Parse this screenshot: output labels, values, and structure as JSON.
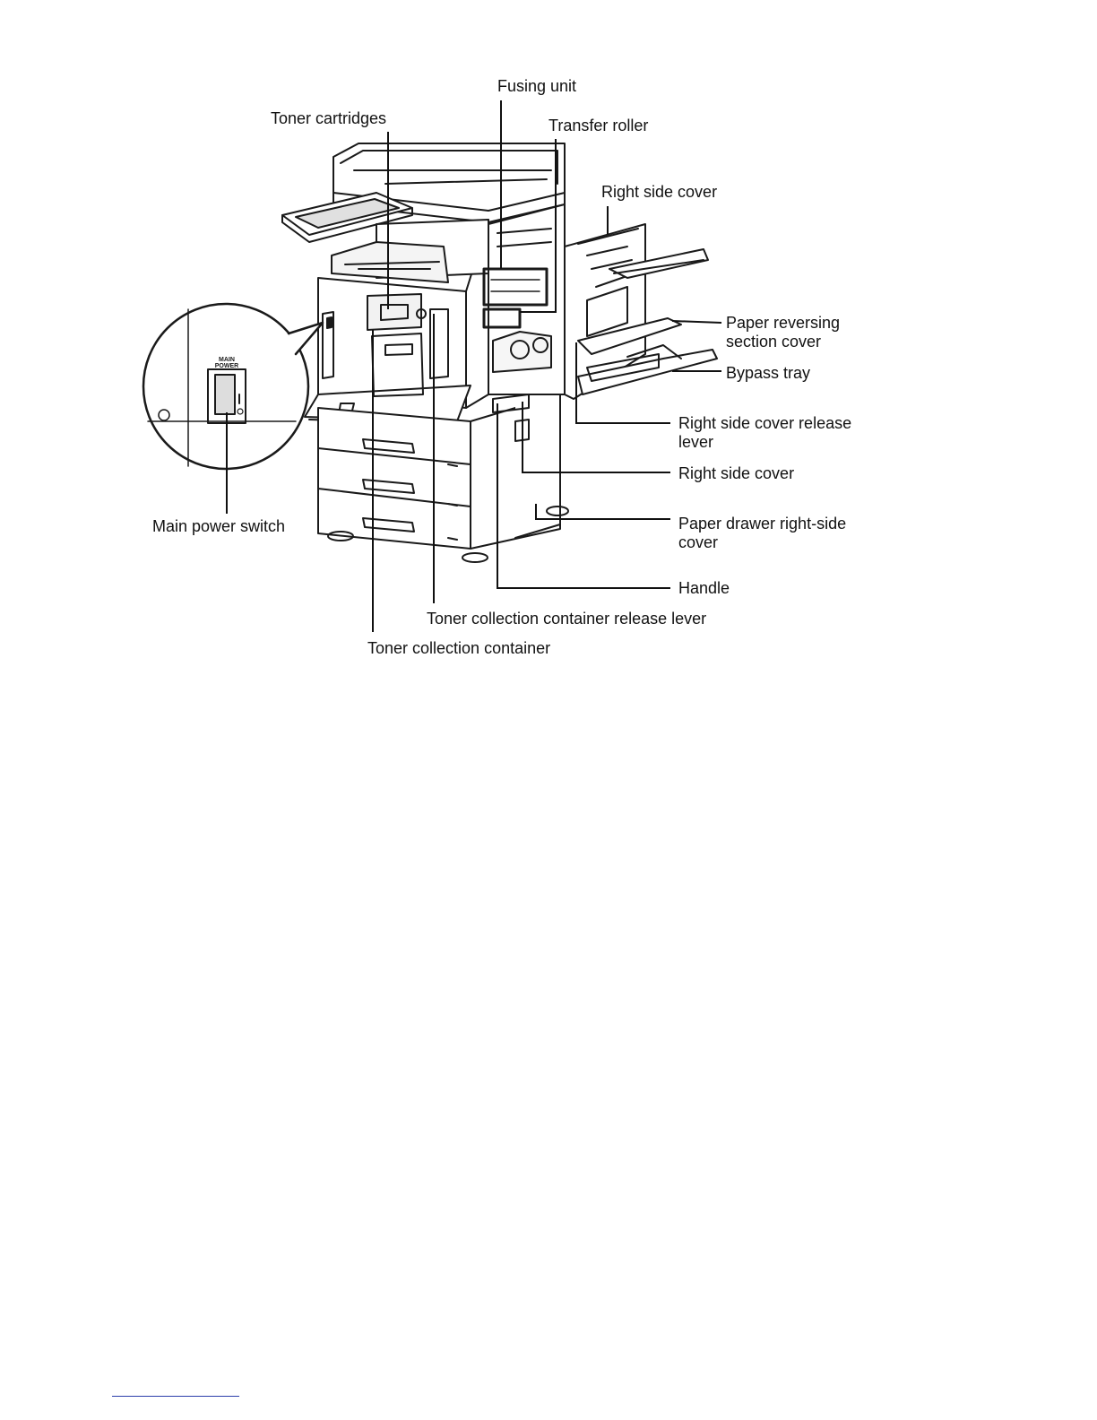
{
  "labels": {
    "fusing_unit": "Fusing unit",
    "toner_cartridges": "Toner cartridges",
    "transfer_roller": "Transfer roller",
    "right_side_cover_top": "Right side cover",
    "paper_reversing_line1": "Paper reversing",
    "paper_reversing_line2": "section cover",
    "bypass_tray": "Bypass tray",
    "right_side_cover_release_line1": "Right side cover release",
    "right_side_cover_release_line2": "lever",
    "right_side_cover_lower": "Right side cover",
    "paper_drawer_line1": "Paper drawer right-side",
    "paper_drawer_line2": "cover",
    "handle": "Handle",
    "toner_collection_release": "Toner collection container release lever",
    "toner_collection_container": "Toner collection container",
    "main_power_switch": "Main power switch"
  },
  "inset": {
    "switch_text_line1": "MAIN",
    "switch_text_line2": "POWER"
  }
}
